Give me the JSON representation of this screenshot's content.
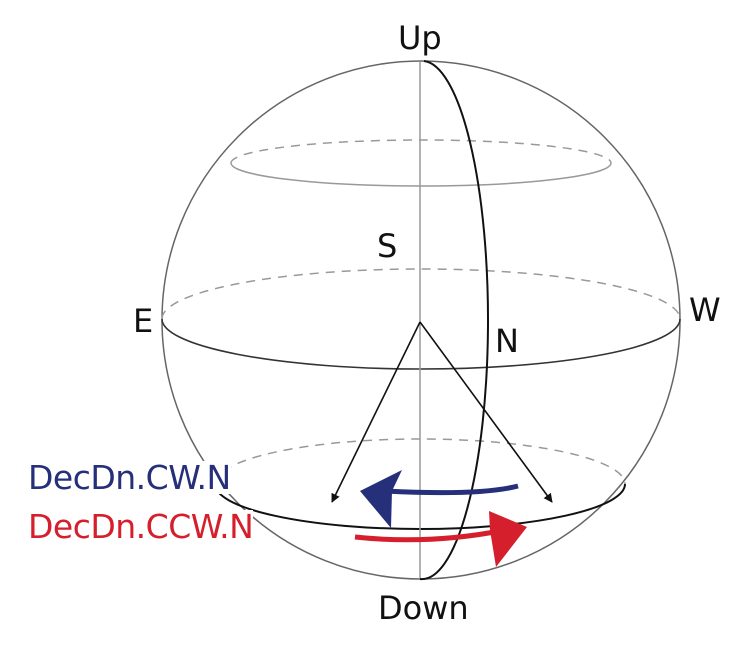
{
  "labels": {
    "up": "Up",
    "down": "Down",
    "east": "E",
    "west": "W",
    "south": "S",
    "north": "N"
  },
  "legend": [
    {
      "label": "DecDn.CW.N",
      "color": "#262f7a"
    },
    {
      "label": "DecDn.CCW.N",
      "color": "#d51f2d"
    }
  ]
}
